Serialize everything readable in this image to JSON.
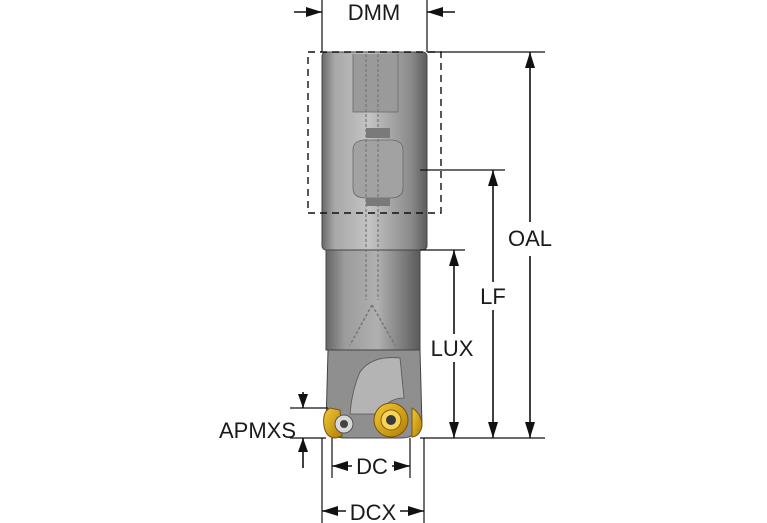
{
  "diagram": {
    "labels": {
      "dmm": "DMM",
      "oal": "OAL",
      "lf": "LF",
      "lux": "LUX",
      "apmxs": "APMXS",
      "dc": "DC",
      "dcx": "DCX"
    },
    "colors": {
      "body_light": "#b5b5b5",
      "body_mid": "#8e8e8e",
      "body_dark": "#5a5a5a",
      "insert_gold": "#d9a516",
      "dimension_line": "#111111"
    }
  }
}
